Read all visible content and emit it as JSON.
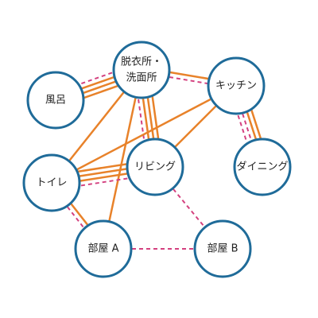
{
  "nodes": [
    {
      "id": "datsui",
      "lines": [
        "脱衣所・",
        "洗面所"
      ]
    },
    {
      "id": "furo",
      "lines": [
        "風呂"
      ]
    },
    {
      "id": "kitchen",
      "lines": [
        "キッチン"
      ]
    },
    {
      "id": "living",
      "lines": [
        "リビング"
      ]
    },
    {
      "id": "dining",
      "lines": [
        "ダイニング"
      ]
    },
    {
      "id": "toilet",
      "lines": [
        "トイレ"
      ]
    },
    {
      "id": "heyaA",
      "lines": [
        "部屋 A"
      ]
    },
    {
      "id": "heyaB",
      "lines": [
        "部屋 B"
      ]
    }
  ],
  "edges": [
    {
      "from": "datsui",
      "to": "furo",
      "style": "solid",
      "count": 3
    },
    {
      "from": "datsui",
      "to": "furo",
      "style": "dashed",
      "count": 1
    },
    {
      "from": "datsui",
      "to": "living",
      "style": "solid",
      "count": 3
    },
    {
      "from": "datsui",
      "to": "living",
      "style": "dashed",
      "count": 1
    },
    {
      "from": "datsui",
      "to": "kitchen",
      "style": "solid",
      "count": 1
    },
    {
      "from": "datsui",
      "to": "kitchen",
      "style": "dashed",
      "count": 1
    },
    {
      "from": "datsui",
      "to": "toilet",
      "style": "solid",
      "count": 1
    },
    {
      "from": "datsui",
      "to": "heyaA",
      "style": "solid",
      "count": 1
    },
    {
      "from": "kitchen",
      "to": "dining",
      "style": "solid",
      "count": 2
    },
    {
      "from": "kitchen",
      "to": "dining",
      "style": "dashed",
      "count": 2
    },
    {
      "from": "kitchen",
      "to": "toilet",
      "style": "solid",
      "count": 1
    },
    {
      "from": "kitchen",
      "to": "living",
      "style": "solid",
      "count": 1
    },
    {
      "from": "toilet",
      "to": "living",
      "style": "solid",
      "count": 3
    },
    {
      "from": "toilet",
      "to": "living",
      "style": "dashed",
      "count": 1
    },
    {
      "from": "toilet",
      "to": "heyaA",
      "style": "solid",
      "count": 1
    },
    {
      "from": "toilet",
      "to": "heyaA",
      "style": "dashed",
      "count": 1
    },
    {
      "from": "heyaA",
      "to": "heyaB",
      "style": "dashed",
      "count": 1
    },
    {
      "from": "living",
      "to": "heyaB",
      "style": "dashed",
      "count": 1
    }
  ]
}
